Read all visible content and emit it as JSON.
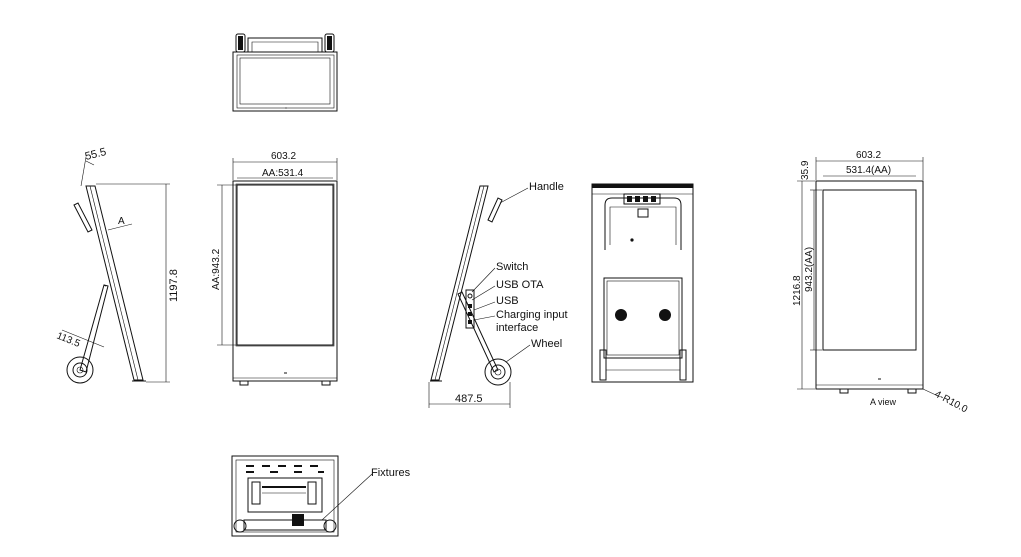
{
  "dimensions": {
    "side_tilt": "55.5",
    "side_angle_label": "A",
    "side_height": "1197.8",
    "side_wheel_radius": "113.5",
    "front_width": "603.2",
    "front_aa_width": "AA:531.4",
    "front_aa_height": "AA:943.2",
    "depth": "487.5",
    "a_width": "603.2",
    "a_aa_width": "531.4(AA)",
    "a_top_bezel": "35.9",
    "a_height": "1216.8",
    "a_aa_height": "943.2(AA)",
    "a_corner": "4-R10.0",
    "a_view_title": "A view"
  },
  "callouts": {
    "handle": "Handle",
    "switch": "Switch",
    "usb_ota": "USB OTA",
    "usb": "USB",
    "charging_1": "Charging input",
    "charging_2": "interface",
    "wheel": "Wheel",
    "fixtures": "Fixtures"
  }
}
